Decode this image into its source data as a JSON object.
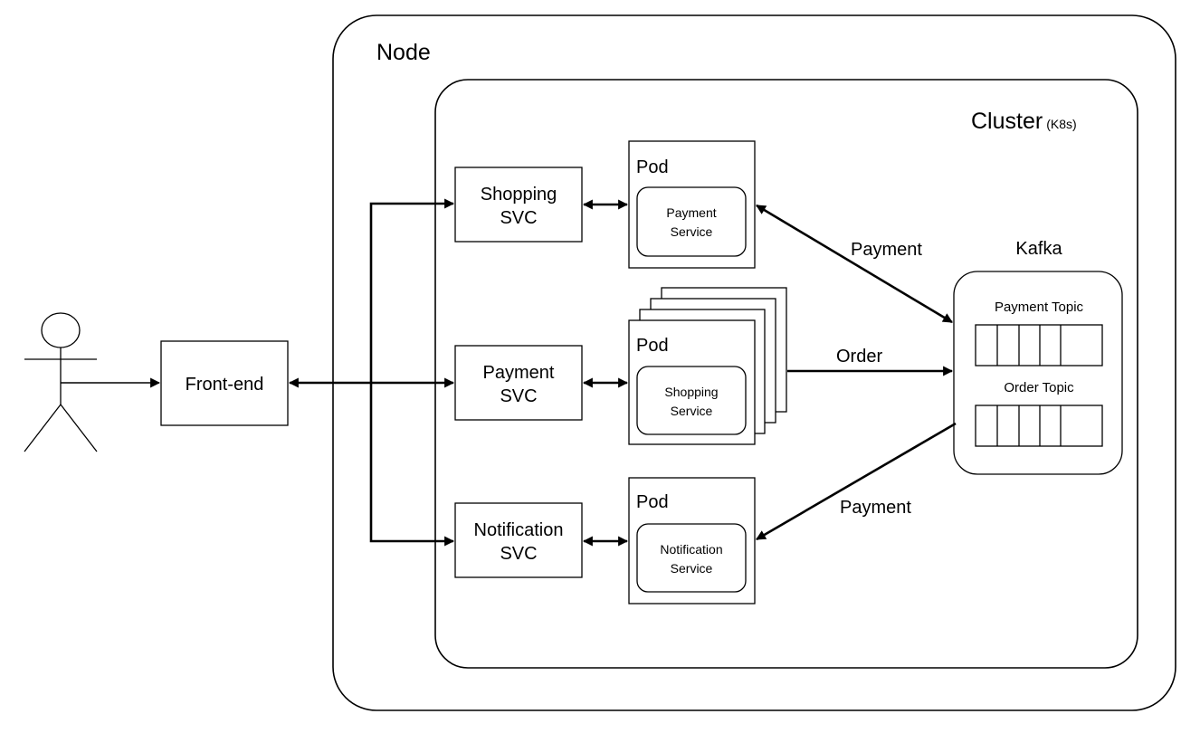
{
  "node": {
    "title": "Node"
  },
  "cluster": {
    "title": "Cluster",
    "subtitle": "(K8s)"
  },
  "frontend": {
    "label": "Front-end"
  },
  "services": {
    "shopping_svc": {
      "line1": "Shopping",
      "line2": "SVC"
    },
    "payment_svc": {
      "line1": "Payment",
      "line2": "SVC"
    },
    "notification_svc": {
      "line1": "Notification",
      "line2": "SVC"
    }
  },
  "pods": {
    "top": {
      "title": "Pod",
      "line1": "Payment",
      "line2": "Service"
    },
    "middle": {
      "title": "Pod",
      "line1": "Shopping",
      "line2": "Service"
    },
    "bottom": {
      "title": "Pod",
      "line1": "Notification",
      "line2": "Service"
    }
  },
  "kafka": {
    "title": "Kafka",
    "topics": [
      {
        "name": "Payment Topic"
      },
      {
        "name": "Order Topic"
      }
    ]
  },
  "edges": {
    "pod_to_kafka_payment": "Payment",
    "pod_to_kafka_order": "Order",
    "kafka_to_pod_payment": "Payment"
  }
}
